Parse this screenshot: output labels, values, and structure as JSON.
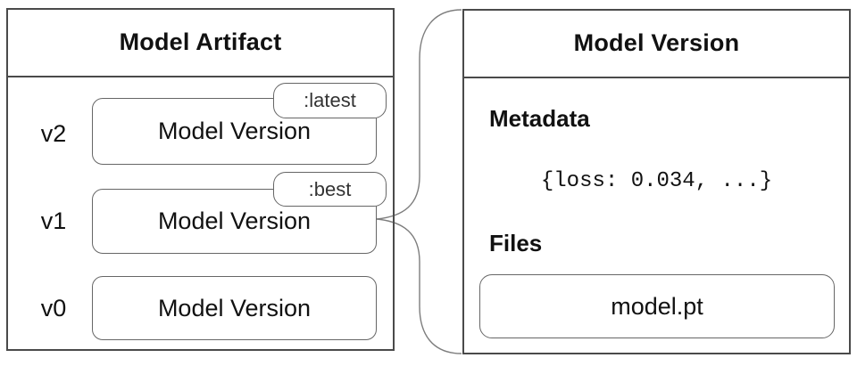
{
  "artifact_panel": {
    "title": "Model Artifact",
    "versions": [
      {
        "id": "v2",
        "label": "Model Version",
        "tag": ":latest"
      },
      {
        "id": "v1",
        "label": "Model Version",
        "tag": ":best"
      },
      {
        "id": "v0",
        "label": "Model Version"
      }
    ]
  },
  "version_panel": {
    "title": "Model Version",
    "metadata_heading": "Metadata",
    "metadata_value": "{loss: 0.034, ...}",
    "files_heading": "Files",
    "file_name": "model.pt"
  },
  "colors": {
    "panel_border": "#4a4a4a",
    "box_border": "#666666",
    "connector": "#7d7d7d",
    "text": "#111111",
    "tag_text": "#333333",
    "background": "#ffffff"
  }
}
